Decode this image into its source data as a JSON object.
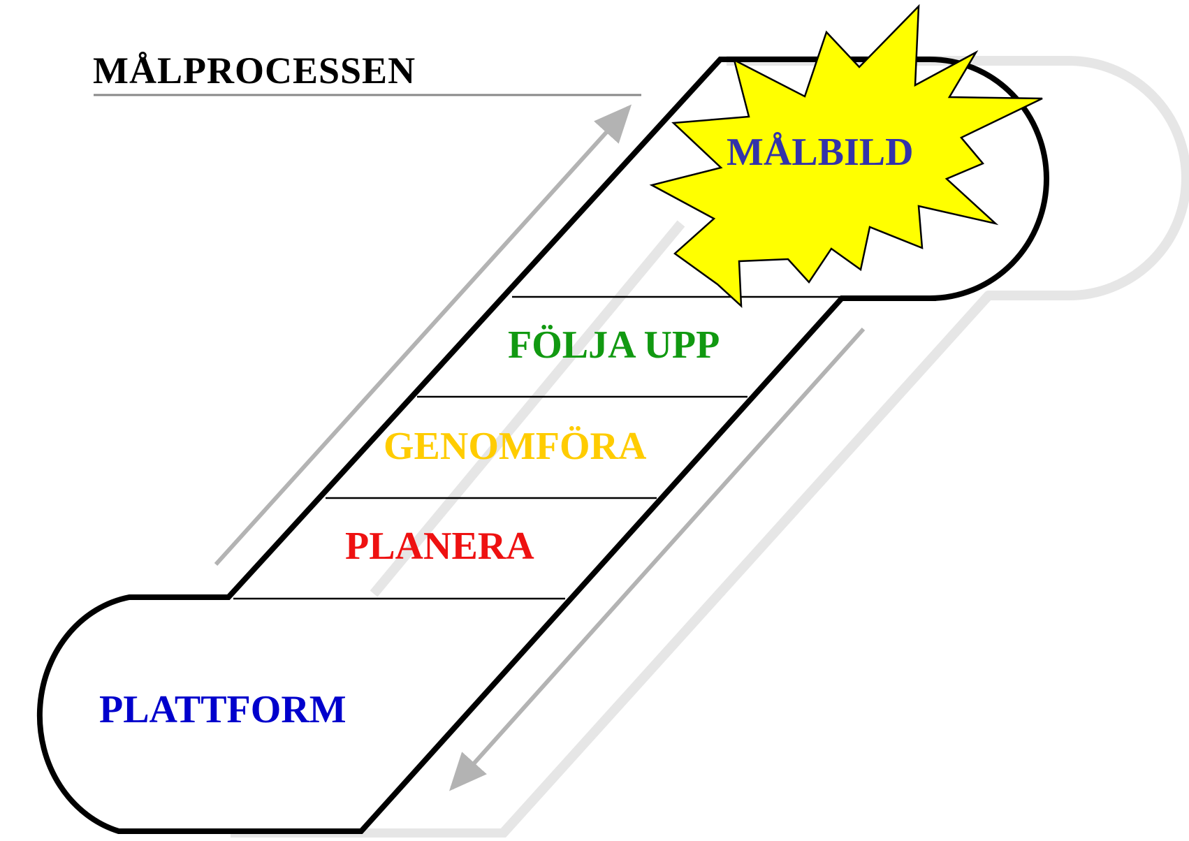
{
  "title": "MÅLPROCESSEN",
  "goal": {
    "label": "MÅLBILD",
    "text_color": "#3333aa",
    "star_color": "#ffff00"
  },
  "steps": [
    {
      "label": "FÖLJA UPP",
      "color": "#119911"
    },
    {
      "label": "GENOMFÖRA",
      "color": "#ffcc00"
    },
    {
      "label": "PLANERA",
      "color": "#ee1111"
    }
  ],
  "base": {
    "label": "PLATTFORM",
    "color": "#0000cc"
  },
  "colors": {
    "outline": "#000000",
    "shadow": "#e6e6e6",
    "arrow": "#b3b3b3",
    "rule": "#888888"
  }
}
